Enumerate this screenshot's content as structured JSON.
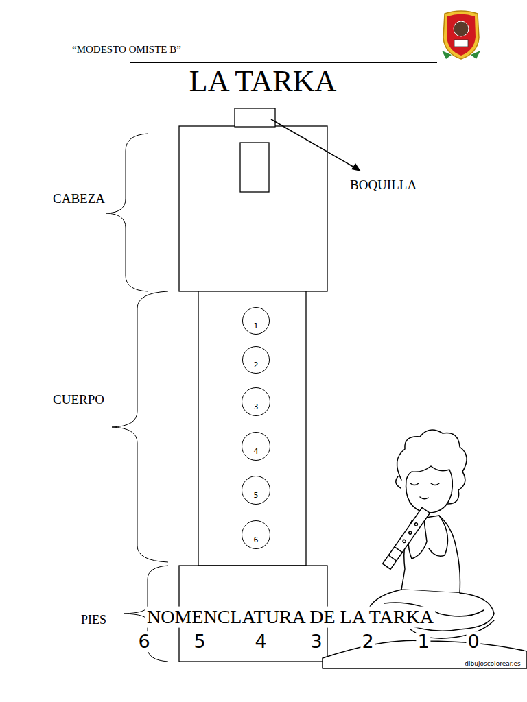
{
  "diagram": {
    "title": "LA TARKA",
    "nodes": [
      {
        "text": [
          "1"
        ]
      },
      {
        "text": [
          "2"
        ]
      },
      {
        "text": [
          "3"
        ]
      },
      {
        "text": [
          "4"
        ]
      },
      {
        "text": [
          "5"
        ]
      },
      {
        "text": [
          "6"
        ]
      }
    ],
    "labels": [
      "“MODESTO OMISTE B”",
      "BOQUILLA",
      "CABEZA",
      "CUERPO",
      "PIES",
      "NOMENCLATURA DE LA TARKA",
      "6",
      "5",
      "4",
      "3",
      "2",
      "1",
      "0",
      "dibujoscolorear.es"
    ]
  }
}
